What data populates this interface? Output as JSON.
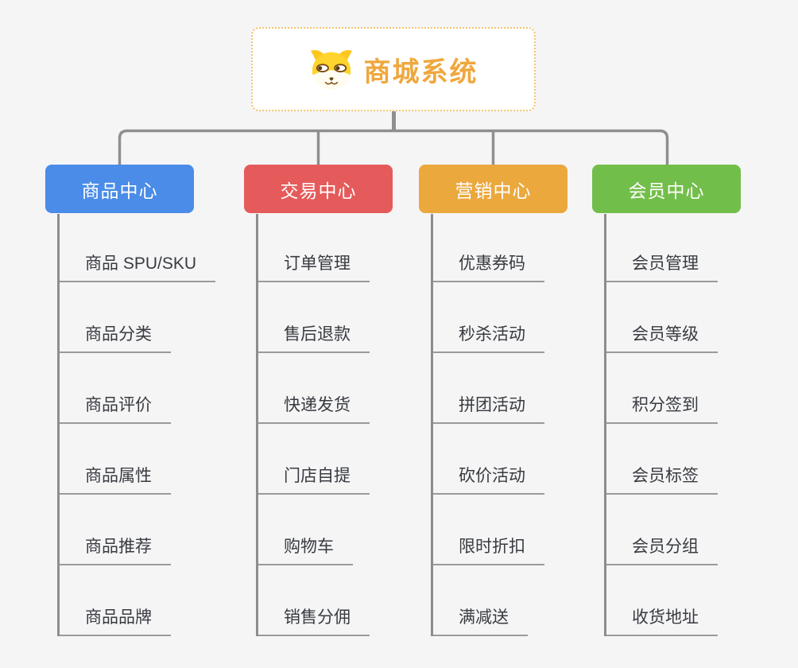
{
  "canvas": {
    "background": "#f5f5f6",
    "connector_color": "#8f8f8f"
  },
  "root": {
    "title": "商城系统",
    "icon": "dog-face-icon",
    "title_color": "#efa73e",
    "border_color": "#f2c470"
  },
  "branches": [
    {
      "label": "商品中心",
      "color": "#4a8ce8",
      "children": [
        "商品 SPU/SKU",
        "商品分类",
        "商品评价",
        "商品属性",
        "商品推荐",
        "商品品牌"
      ]
    },
    {
      "label": "交易中心",
      "color": "#e55b5b",
      "children": [
        "订单管理",
        "售后退款",
        "快递发货",
        "门店自提",
        "购物车",
        "销售分佣"
      ]
    },
    {
      "label": "营销中心",
      "color": "#eba83d",
      "children": [
        "优惠券码",
        "秒杀活动",
        "拼团活动",
        "砍价活动",
        "限时折扣",
        "满减送"
      ]
    },
    {
      "label": "会员中心",
      "color": "#72be4a",
      "children": [
        "会员管理",
        "会员等级",
        "积分签到",
        "会员标签",
        "会员分组",
        "收货地址"
      ]
    }
  ]
}
